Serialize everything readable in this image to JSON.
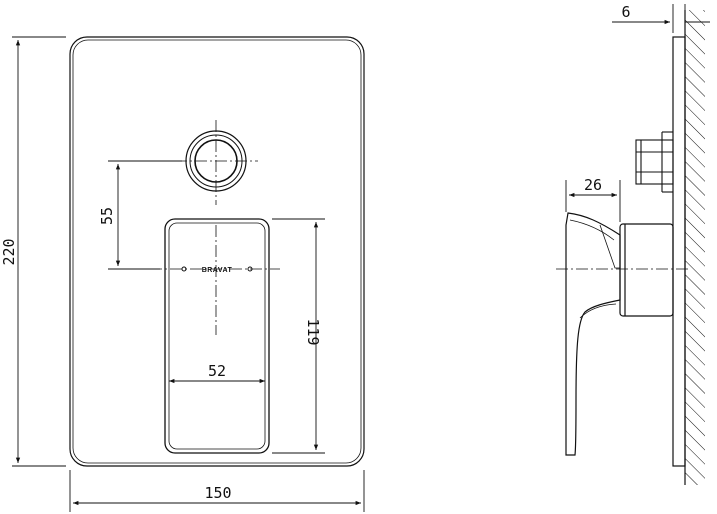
{
  "drawing": {
    "brand_logo": "BRAVAT",
    "dimensions": {
      "total_height": "220",
      "total_width": "150",
      "knob_to_lever_center": "55",
      "lever_height": "119",
      "lever_width": "52",
      "plate_thickness": "6",
      "lever_projection": "26"
    }
  }
}
